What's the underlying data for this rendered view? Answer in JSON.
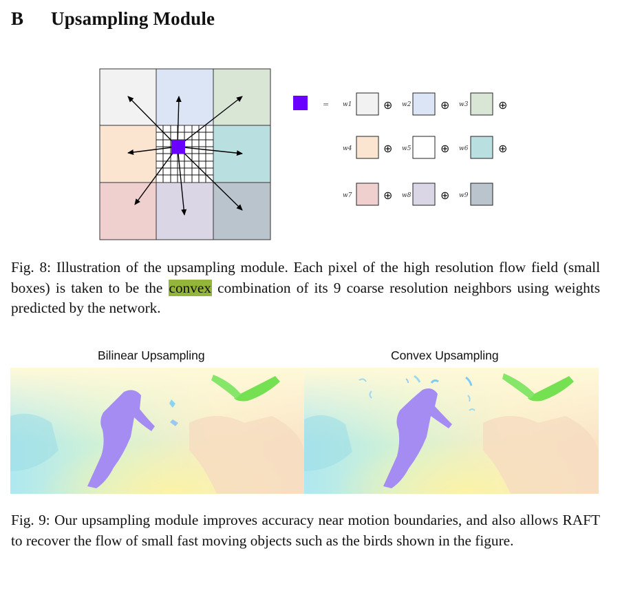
{
  "section": {
    "number": "B",
    "title": "Upsampling Module"
  },
  "figure8": {
    "equals": "=",
    "weights": [
      "w1",
      "w2",
      "w3",
      "w4",
      "w5",
      "w6",
      "w7",
      "w8",
      "w9"
    ],
    "oplus": "⊕",
    "colors": {
      "center": "#6a00ff",
      "cells": [
        "#f2f2f2",
        "#dbe5f6",
        "#d9e6d6",
        "#fbe5d0",
        "#ffffff",
        "#b9dfe0",
        "#f0d0cf",
        "#dbd6e5",
        "#b9c4cc"
      ]
    },
    "caption_prefix": "Fig. 8: Illustration of the upsampling module. Each pixel of the high resolution flow field (small boxes) is taken to be the ",
    "caption_highlight": "convex",
    "caption_suffix": " combination of its 9 coarse resolution neighbors using weights predicted by the network."
  },
  "figure9": {
    "left_label": "Bilinear Upsampling",
    "right_label": "Convex Upsampling",
    "caption": "Fig. 9: Our upsampling module improves accuracy near motion boundaries, and also allows RAFT to recover the flow of small fast moving objects such as the birds shown in the figure."
  }
}
